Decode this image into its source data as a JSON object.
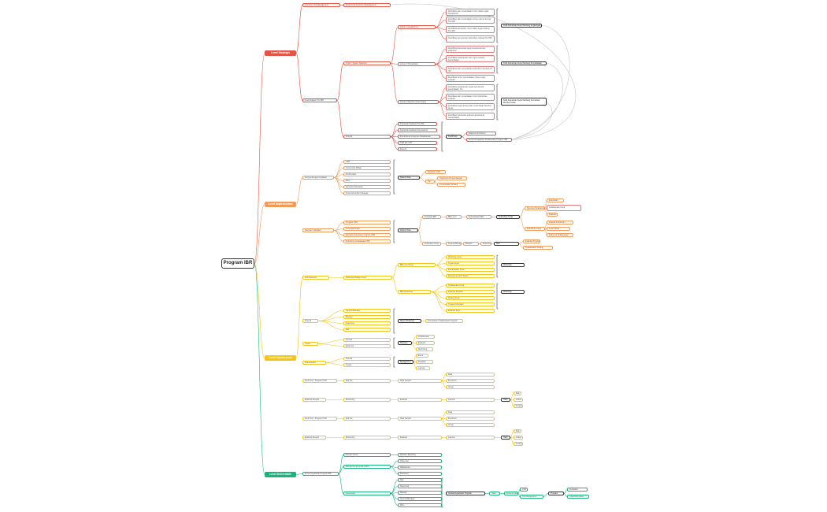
{
  "root": "Program IBR",
  "palette": {
    "red": "#e25544",
    "orange": "#f29a57",
    "yellow": "#f5c518",
    "green": "#16b67a",
    "dark": "#333333"
  },
  "levels": [
    "Level Strategis",
    "Level Implementasi",
    "Level Operasional",
    "Level Deliverable"
  ],
  "nodes": [
    {
      "id": "t1",
      "text": "Komitmen Top Management"
    },
    {
      "id": "t2",
      "text": "Surat Surat Komitmen Management"
    },
    {
      "id": "t3",
      "text": "Kelembagaan Tim IBR"
    },
    {
      "id": "t4",
      "text": "Posisi / Tugas / Deskripsi"
    },
    {
      "id": "t5",
      "text": "Group 1 (Kepala Tim)"
    },
    {
      "id": "t6",
      "text": "Group 2 (Pemanfaat)"
    },
    {
      "id": "t7",
      "text": "Group 3 (Member Areas Team)"
    },
    {
      "id": "r1",
      "text": "Identifikasi dan pemanfaatan Unsur dalam tugas operasional"
    },
    {
      "id": "r2",
      "text": "Identifikasi dan pemanfaatan proses ukuran kinerja Tim IBR"
    },
    {
      "id": "r3",
      "text": "Identifikasi kebutuhan Unsur dalam tugas strategi Tim IBR"
    },
    {
      "id": "r4",
      "text": "Identifikasi penyusunan kebutuhan evaluasi Tim IBR"
    },
    {
      "id": "r5",
      "text": "Identifikasi kebutuhan tugas operasional dan pelaporan"
    },
    {
      "id": "r6",
      "text": "Identifikasi pelaksanaan dan tugas evaluasi pemanfaatan"
    },
    {
      "id": "r7",
      "text": "Identifikasi dan pemanfaatan kebutuhan operasional Tim"
    },
    {
      "id": "r8",
      "text": "Identifikasi Unsur pemanfaatan proses tugas evaluasi"
    },
    {
      "id": "r9",
      "text": "Identifikasi pelaksanaan tugas operasional pemanfaatan Tim"
    },
    {
      "id": "r10",
      "text": "Identifikasi dan pemanfaatan Unsur kebutuhan evaluasi"
    },
    {
      "id": "r11",
      "text": "Identifikasi tugas strategi dan pemanfaatan Member Areas"
    },
    {
      "id": "r12",
      "text": "Identifikasi kebutuhan evaluasi operasional pemanfaatan"
    },
    {
      "id": "o1",
      "text": "Draft Kebutuhan Kerja Tambang Lingkungan"
    },
    {
      "id": "o2",
      "text": "Draft Kebutuhan Kerja Tambang Pemanfaatan"
    },
    {
      "id": "o3",
      "text": "Draft Kebutuhan Kerja Tambang Pemanfaat Member Areas"
    },
    {
      "id": "pe",
      "text": "Peserta"
    },
    {
      "id": "pa",
      "text": "Kebutuhan Evaluasi Tim IBR"
    },
    {
      "id": "pb",
      "text": "Kebutuhan Evaluasi Operasional"
    },
    {
      "id": "pc",
      "text": "Pemahaman Kerja dan Pelaksanaan"
    },
    {
      "id": "pd",
      "text": "CSR dan CSV"
    },
    {
      "id": "pf",
      "text": "Peserta"
    },
    {
      "id": "ko",
      "text": "Konfirmasi"
    },
    {
      "id": "k1",
      "text": "Dokumen Komitmen"
    },
    {
      "id": "k2",
      "text": "Surat Kesepakatan Pelaksanaan Program IBR"
    },
    {
      "id": "i1",
      "text": "Pengembangan Kebijakan"
    },
    {
      "id": "a1",
      "text": "CSR"
    },
    {
      "id": "a2",
      "text": "Community Pilihan"
    },
    {
      "id": "a3",
      "text": "Profil Lokasi"
    },
    {
      "id": "a4",
      "text": "Mitra"
    },
    {
      "id": "a5",
      "text": "Rencana Kebutuhan"
    },
    {
      "id": "a6",
      "text": "Kerja Kebutuhan (Strategi)"
    },
    {
      "id": "ds",
      "text": "Diskusi Data"
    },
    {
      "id": "ds1",
      "text": "Database CSR"
    },
    {
      "id": "ds2",
      "text": "HR"
    },
    {
      "id": "ds3",
      "text": "Organisasi Pengembangan"
    },
    {
      "id": "ds4",
      "text": "Pemanfaatan Strategi"
    },
    {
      "id": "i2",
      "text": "Panduan Kebijakan"
    },
    {
      "id": "b1",
      "text": "Program CSR"
    },
    {
      "id": "b2",
      "text": "Kerangka Sosial"
    },
    {
      "id": "b3",
      "text": "Rencana Kebutuhan program CSR"
    },
    {
      "id": "b4",
      "text": "Kebutuhan pelaksanaan IBR"
    },
    {
      "id": "da",
      "text": "Diskusi Data"
    },
    {
      "id": "dk",
      "text": "Kerangka IBR"
    },
    {
      "id": "dl",
      "text": "IBR Level"
    },
    {
      "id": "dm",
      "text": "Pemanfaatan IBR"
    },
    {
      "id": "dn",
      "text": "Kebutuhan Kerja"
    },
    {
      "id": "dq",
      "text": "General Manager"
    },
    {
      "id": "dr",
      "text": "Manajer"
    },
    {
      "id": "dt",
      "text": "Supervisor"
    },
    {
      "id": "du",
      "text": "Staf"
    },
    {
      "id": "dv",
      "text": "Kebutuhan Kerja"
    },
    {
      "id": "ka",
      "text": "Kebutuhan"
    },
    {
      "id": "kb",
      "text": "Pelaksanaan Kerja"
    },
    {
      "id": "kc",
      "text": "Evaluasi Kebutuhan"
    },
    {
      "id": "kd",
      "text": "Rencana Pelaksanaan"
    },
    {
      "id": "ke",
      "text": "Analisis Kebutuhan"
    },
    {
      "id": "kf",
      "text": "Kerja Sosial"
    },
    {
      "id": "kg",
      "text": "Dokumen Pelaksanaan"
    },
    {
      "id": "kh",
      "text": "Kebutuhan Kerja"
    },
    {
      "id": "kj",
      "text": "Evaluasi Program"
    },
    {
      "id": "kk",
      "text": "Pelaksanaan Strategi"
    },
    {
      "id": "kl",
      "text": "Kebutuhan Evaluasi"
    },
    {
      "id": "op1",
      "text": "Pemrograman"
    },
    {
      "id": "op2",
      "text": "Workshop Budaya Kerja"
    },
    {
      "id": "pg1",
      "text": "IBR Level Kerja"
    },
    {
      "id": "pg2",
      "text": "IBR Kebutuhan"
    },
    {
      "id": "w1",
      "text": "Workshop Kerja"
    },
    {
      "id": "w2",
      "text": "Tujuan Kerja"
    },
    {
      "id": "w3",
      "text": "Pemanfaatan Kerja"
    },
    {
      "id": "w4",
      "text": "Rencana Kerja Program"
    },
    {
      "id": "w5",
      "text": "Pelaksanaan Kerja"
    },
    {
      "id": "w6",
      "text": "Evaluasi Program"
    },
    {
      "id": "w7",
      "text": "Strategi Kerja"
    },
    {
      "id": "w8",
      "text": "Tujuan Kebutuhan"
    },
    {
      "id": "w9",
      "text": "Evaluasi Kerja"
    },
    {
      "id": "wo1",
      "text": "Workshop"
    },
    {
      "id": "wo2",
      "text": "Workshop"
    },
    {
      "id": "op3",
      "text": "Peserta"
    },
    {
      "id": "pp1",
      "text": "General Manager"
    },
    {
      "id": "pp2",
      "text": "Manajer"
    },
    {
      "id": "pp3",
      "text": "Supervisor"
    },
    {
      "id": "pp4",
      "text": "Staf"
    },
    {
      "id": "mw",
      "text": "Materi Workshop"
    },
    {
      "id": "mw1",
      "text": "Pemahaman Pelaksanaan Program"
    },
    {
      "id": "op4",
      "text": "Tujuan"
    },
    {
      "id": "tu1",
      "text": "Internal"
    },
    {
      "id": "tu2",
      "text": "Eksternal"
    },
    {
      "id": "tu3",
      "text": "Planning"
    },
    {
      "id": "tu4",
      "text": "Pelaksanaan"
    },
    {
      "id": "tu5",
      "text": "Evaluasi"
    },
    {
      "id": "tu6",
      "text": "Monitoring"
    },
    {
      "id": "op5",
      "text": "Pemanfaatan"
    },
    {
      "id": "pm1",
      "text": "Peserta"
    },
    {
      "id": "pm2",
      "text": "Tujuan"
    },
    {
      "id": "pm3",
      "text": "Engagement"
    },
    {
      "id": "pm4",
      "text": "Event"
    },
    {
      "id": "pm5",
      "text": "Kegiatan"
    },
    {
      "id": "pm6",
      "text": "Laporan"
    },
    {
      "id": "op6",
      "text": "Tools Test - Program CSR"
    },
    {
      "id": "tt1",
      "text": "Alat Tes"
    },
    {
      "id": "tt2",
      "text": "Data Support"
    },
    {
      "id": "tt3",
      "text": "Data"
    },
    {
      "id": "tt4",
      "text": "Kuesioner"
    },
    {
      "id": "tt5",
      "text": "Survei"
    },
    {
      "id": "op7",
      "text": "Evaluasi Peserta"
    },
    {
      "id": "ep1",
      "text": "Monitoring"
    },
    {
      "id": "ep2",
      "text": "Evaluasi"
    },
    {
      "id": "ep3",
      "text": "Laporan"
    },
    {
      "id": "ep4",
      "text": "Hasil"
    },
    {
      "id": "ep5",
      "text": "Baik"
    },
    {
      "id": "ep6",
      "text": "Cukup"
    },
    {
      "id": "ep7",
      "text": "Kurang"
    },
    {
      "id": "op8",
      "text": "Tools Test - Program CSR"
    },
    {
      "id": "tv1",
      "text": "Alat Tes"
    },
    {
      "id": "tv2",
      "text": "Data Support"
    },
    {
      "id": "tv3",
      "text": "Data"
    },
    {
      "id": "tv4",
      "text": "Kuesioner"
    },
    {
      "id": "tv5",
      "text": "Survei"
    },
    {
      "id": "op9",
      "text": "Evaluasi Peserta"
    },
    {
      "id": "eq1",
      "text": "Monitoring"
    },
    {
      "id": "eq2",
      "text": "Evaluasi"
    },
    {
      "id": "eq3",
      "text": "Laporan"
    },
    {
      "id": "eq4",
      "text": "Hasil"
    },
    {
      "id": "eq5",
      "text": "Baik"
    },
    {
      "id": "eq6",
      "text": "Cukup"
    },
    {
      "id": "eq7",
      "text": "Kurang"
    },
    {
      "id": "dl1",
      "text": "Survei Kepatuhan Program IBR"
    },
    {
      "id": "dl2",
      "text": "Metode Survei"
    },
    {
      "id": "dl3",
      "text": "Metode Pengumpulan Data"
    },
    {
      "id": "dl4",
      "text": "Responden"
    },
    {
      "id": "dl5",
      "text": "Random Sampling"
    },
    {
      "id": "dl6",
      "text": "Observasi"
    },
    {
      "id": "dl7",
      "text": "Wawancara"
    },
    {
      "id": "dl8",
      "text": "Kuesioner"
    },
    {
      "id": "dl9",
      "text": "Staf"
    },
    {
      "id": "dl10",
      "text": "Supervisor"
    },
    {
      "id": "dl11",
      "text": "Manajer"
    },
    {
      "id": "dl12",
      "text": "General Manager"
    },
    {
      "id": "dl13",
      "text": "Mitra"
    },
    {
      "id": "dl14",
      "text": "Analisa Kepatuhan Program"
    },
    {
      "id": "dl15",
      "text": "Hasil"
    },
    {
      "id": "dl16",
      "text": "Rekomendasi"
    },
    {
      "id": "dl17",
      "text": "CSR"
    },
    {
      "id": "dl18",
      "text": "Top Management"
    },
    {
      "id": "dl19",
      "text": "Program"
    },
    {
      "id": "dl20",
      "text": "Perbaikan"
    },
    {
      "id": "dl21",
      "text": "Tidak Dilanjutkan"
    }
  ]
}
